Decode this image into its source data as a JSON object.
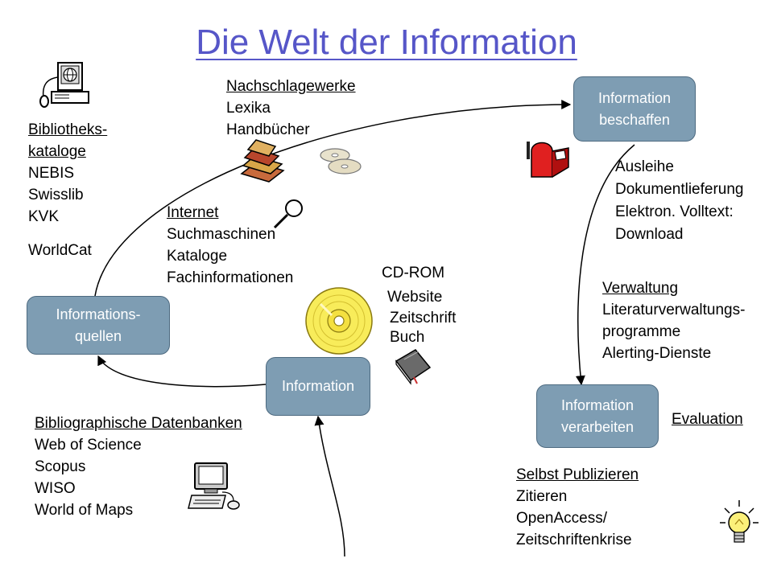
{
  "title": "Die Welt der Information",
  "nodes": {
    "beschaffen": {
      "line1": "Information",
      "line2": "beschaffen"
    },
    "quellen": {
      "line1": "Informations-",
      "line2": "quellen"
    },
    "information": {
      "line1": "Information"
    },
    "verarbeiten": {
      "line1": "Information",
      "line2": "verarbeiten"
    }
  },
  "blocks": {
    "bibliothekskataloge": {
      "heading1": "Bibliotheks-",
      "heading2": "kataloge",
      "items": [
        "NEBIS",
        "Swisslib",
        "KVK"
      ],
      "extra": "WorldCat"
    },
    "nachschlagewerke": {
      "heading": "Nachschlagewerke",
      "items": [
        "Lexika",
        "Handbücher"
      ]
    },
    "internet": {
      "heading": "Internet",
      "items": [
        "Suchmaschinen",
        "Kataloge",
        "Fachinformationen"
      ]
    },
    "media": {
      "cdrom": "CD-ROM",
      "website": "Website",
      "zeitschrift": "Zeitschrift",
      "buch": "Buch"
    },
    "ausleihe": {
      "items": [
        "Ausleihe",
        "Dokumentlieferung",
        "Elektron. Volltext:",
        "Download"
      ]
    },
    "verwaltung": {
      "heading": "Verwaltung",
      "items": [
        "Literaturverwaltungs-",
        "programme",
        "Alerting-Dienste"
      ]
    },
    "evaluation": {
      "heading": "Evaluation"
    },
    "datenbanken": {
      "heading": "Bibliographische Datenbanken",
      "items": [
        "Web of Science",
        "Scopus",
        "WISO",
        "World of Maps"
      ]
    },
    "publizieren": {
      "heading": "Selbst Publizieren",
      "items": [
        "Zitieren",
        "OpenAccess/",
        "Zeitschriftenkrise"
      ]
    }
  },
  "colors": {
    "title": "#5656c8",
    "node_fill": "#7e9db3",
    "node_text": "#ffffff",
    "arrow": "#000000"
  },
  "icons": [
    "computer-globe-icon",
    "books-icon",
    "cds-icon",
    "magnifier-icon",
    "cd-icon",
    "book-icon",
    "mailbox-icon",
    "desktop-computer-icon",
    "lightbulb-icon"
  ]
}
